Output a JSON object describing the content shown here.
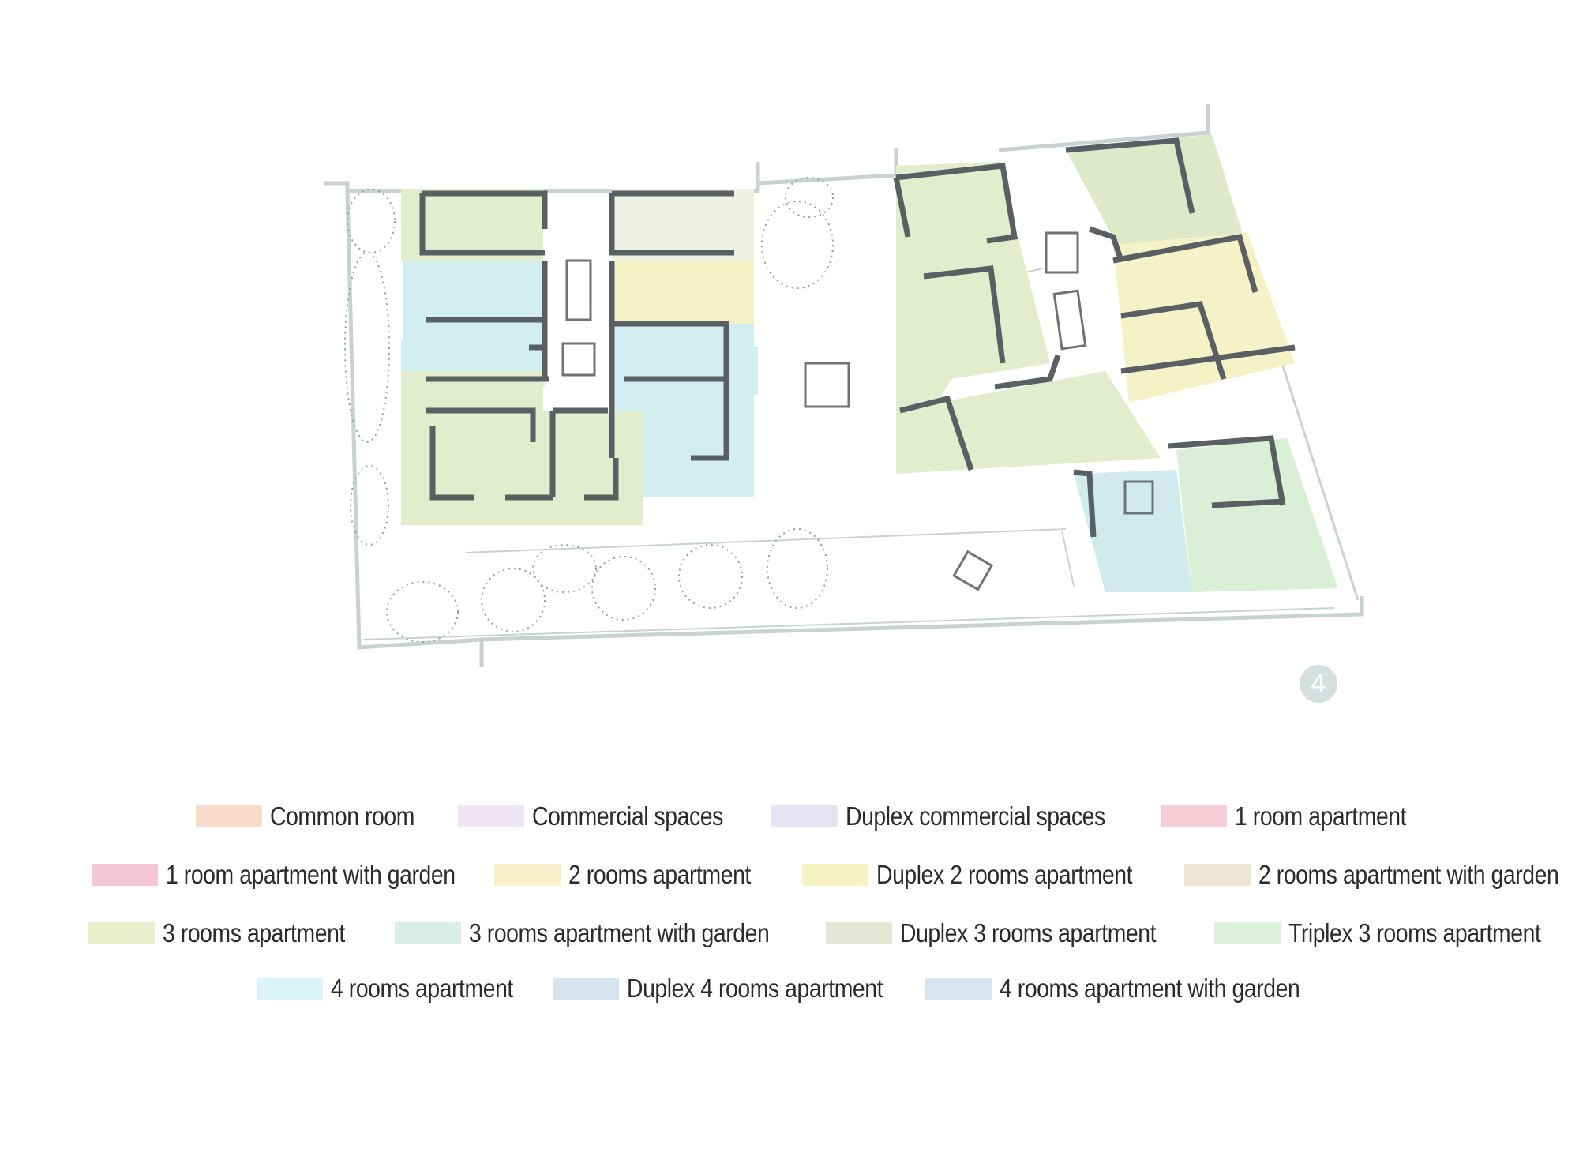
{
  "figure": {
    "number_badge": "4"
  },
  "colors": {
    "wall": "#5a5f63",
    "site_outline": "#c9d2d2",
    "tree": "#7f98a3",
    "three_rooms": "#e3eccd",
    "three_rooms_garden": "#d6eeea",
    "two_rooms_duplex": "#f5f2c8",
    "four_rooms": "#d3eef0",
    "duplex_three_rooms": "#dfe8c9",
    "triplex_three_rooms": "#d9efd6",
    "four_rooms_garden": "#d1ebec"
  },
  "legend": [
    {
      "label": "Common room",
      "color": "#f7dccb"
    },
    {
      "label": "Commercial spaces",
      "color": "#eee4f3"
    },
    {
      "label": "Duplex commercial spaces",
      "color": "#e7e2f4"
    },
    {
      "label": "1 room apartment",
      "color": "#f7cdd8"
    },
    {
      "label": "1 room apartment with garden",
      "color": "#f5c6d6"
    },
    {
      "label": "2 rooms apartment",
      "color": "#f8efcb"
    },
    {
      "label": "Duplex 2 rooms apartment",
      "color": "#f6f4c3"
    },
    {
      "label": "2 rooms apartment with garden",
      "color": "#ece6d3"
    },
    {
      "label": "3 rooms apartment",
      "color": "#e8f0cd"
    },
    {
      "label": "3 rooms apartment with garden",
      "color": "#d8efe8"
    },
    {
      "label": "Duplex 3 rooms apartment",
      "color": "#e2e8d3"
    },
    {
      "label": "Triplex 3 rooms apartment",
      "color": "#dbf1dc"
    },
    {
      "label": "4 rooms apartment",
      "color": "#d9f4f6"
    },
    {
      "label": "Duplex 4 rooms apartment",
      "color": "#d6e4ef"
    },
    {
      "label": "4 rooms apartment with garden",
      "color": "#d9e5f0"
    }
  ]
}
